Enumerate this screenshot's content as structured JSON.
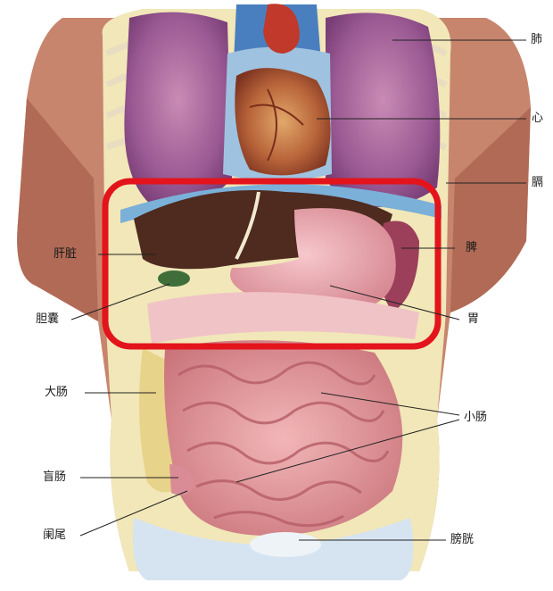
{
  "labels": {
    "lung": "肺",
    "heart": "心",
    "diaphragm": "膈",
    "liver": "肝脏",
    "spleen": "脾",
    "gallbladder": "胆囊",
    "stomach": "胃",
    "large_intestine": "大肠",
    "small_intestine": "小肠",
    "cecum": "盲肠",
    "appendix": "阑尾",
    "bladder": "膀胱"
  },
  "highlight": {
    "color": "#e3141b"
  }
}
